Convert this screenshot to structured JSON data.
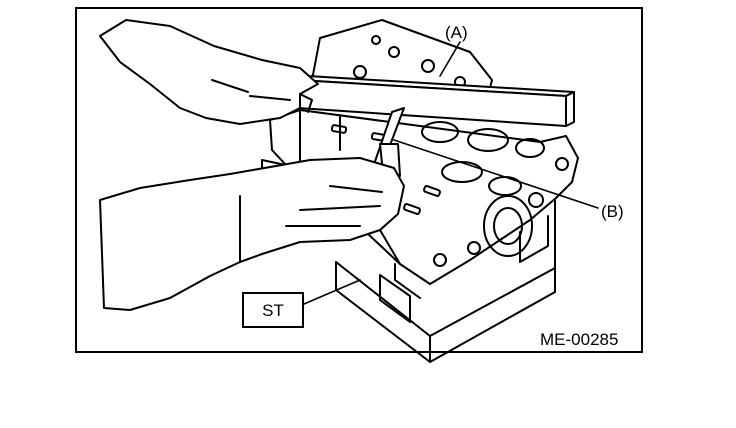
{
  "labels": {
    "a": "(A)",
    "b": "(B)",
    "st": "ST",
    "figure_id": "ME-00285"
  },
  "colors": {
    "line": "#000000",
    "background": "#ffffff"
  }
}
